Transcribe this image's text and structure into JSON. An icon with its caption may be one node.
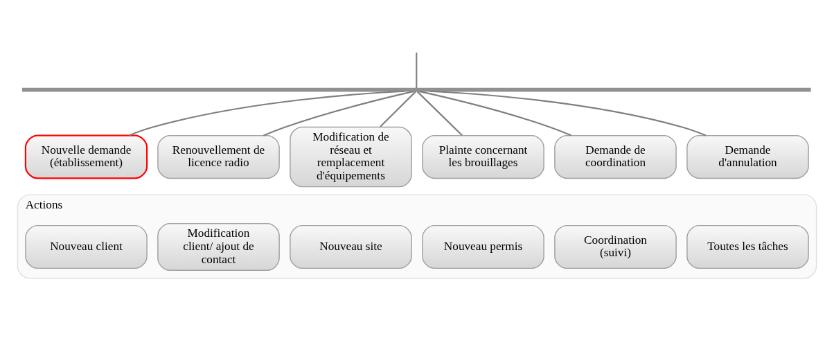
{
  "diagram": {
    "nodes": [
      {
        "text": [],
        "shape": "bar"
      },
      {
        "text": [
          "Nouvelle demande (établissement)"
        ]
      },
      {
        "text": [
          "Renouvellement de licence radio"
        ]
      },
      {
        "text": [
          "Modification de réseau et remplacement d'équipements"
        ]
      },
      {
        "text": [
          "Plainte concernant les brouillages"
        ]
      },
      {
        "text": [
          "Demande de coordination"
        ]
      },
      {
        "text": [
          "Demande d'annulation"
        ]
      },
      {
        "text": [
          "Actions"
        ]
      },
      {
        "text": [
          "Nouveau client"
        ],
        "in": 7
      },
      {
        "text": [
          "Modification client/ ajout de contact"
        ],
        "in": 7
      },
      {
        "text": [
          "Nouveau site"
        ],
        "in": 7
      },
      {
        "text": [
          "Nouveau permis"
        ],
        "in": 7
      },
      {
        "text": [
          "Coordination (suivi)"
        ],
        "in": 7
      },
      {
        "text": [
          "Toutes les tâches"
        ],
        "in": 7
      }
    ],
    "edges": [
      {
        "from": null,
        "to": 0,
        "arrow": "none"
      },
      {
        "from": 0,
        "to": 1,
        "arrow": "none"
      },
      {
        "from": 0,
        "to": 2,
        "arrow": "none"
      },
      {
        "from": 0,
        "to": 3,
        "arrow": "none"
      },
      {
        "from": 0,
        "to": 4,
        "arrow": "none"
      },
      {
        "from": 0,
        "to": 5,
        "arrow": "none"
      },
      {
        "from": 0,
        "to": 6,
        "arrow": "none"
      }
    ]
  }
}
